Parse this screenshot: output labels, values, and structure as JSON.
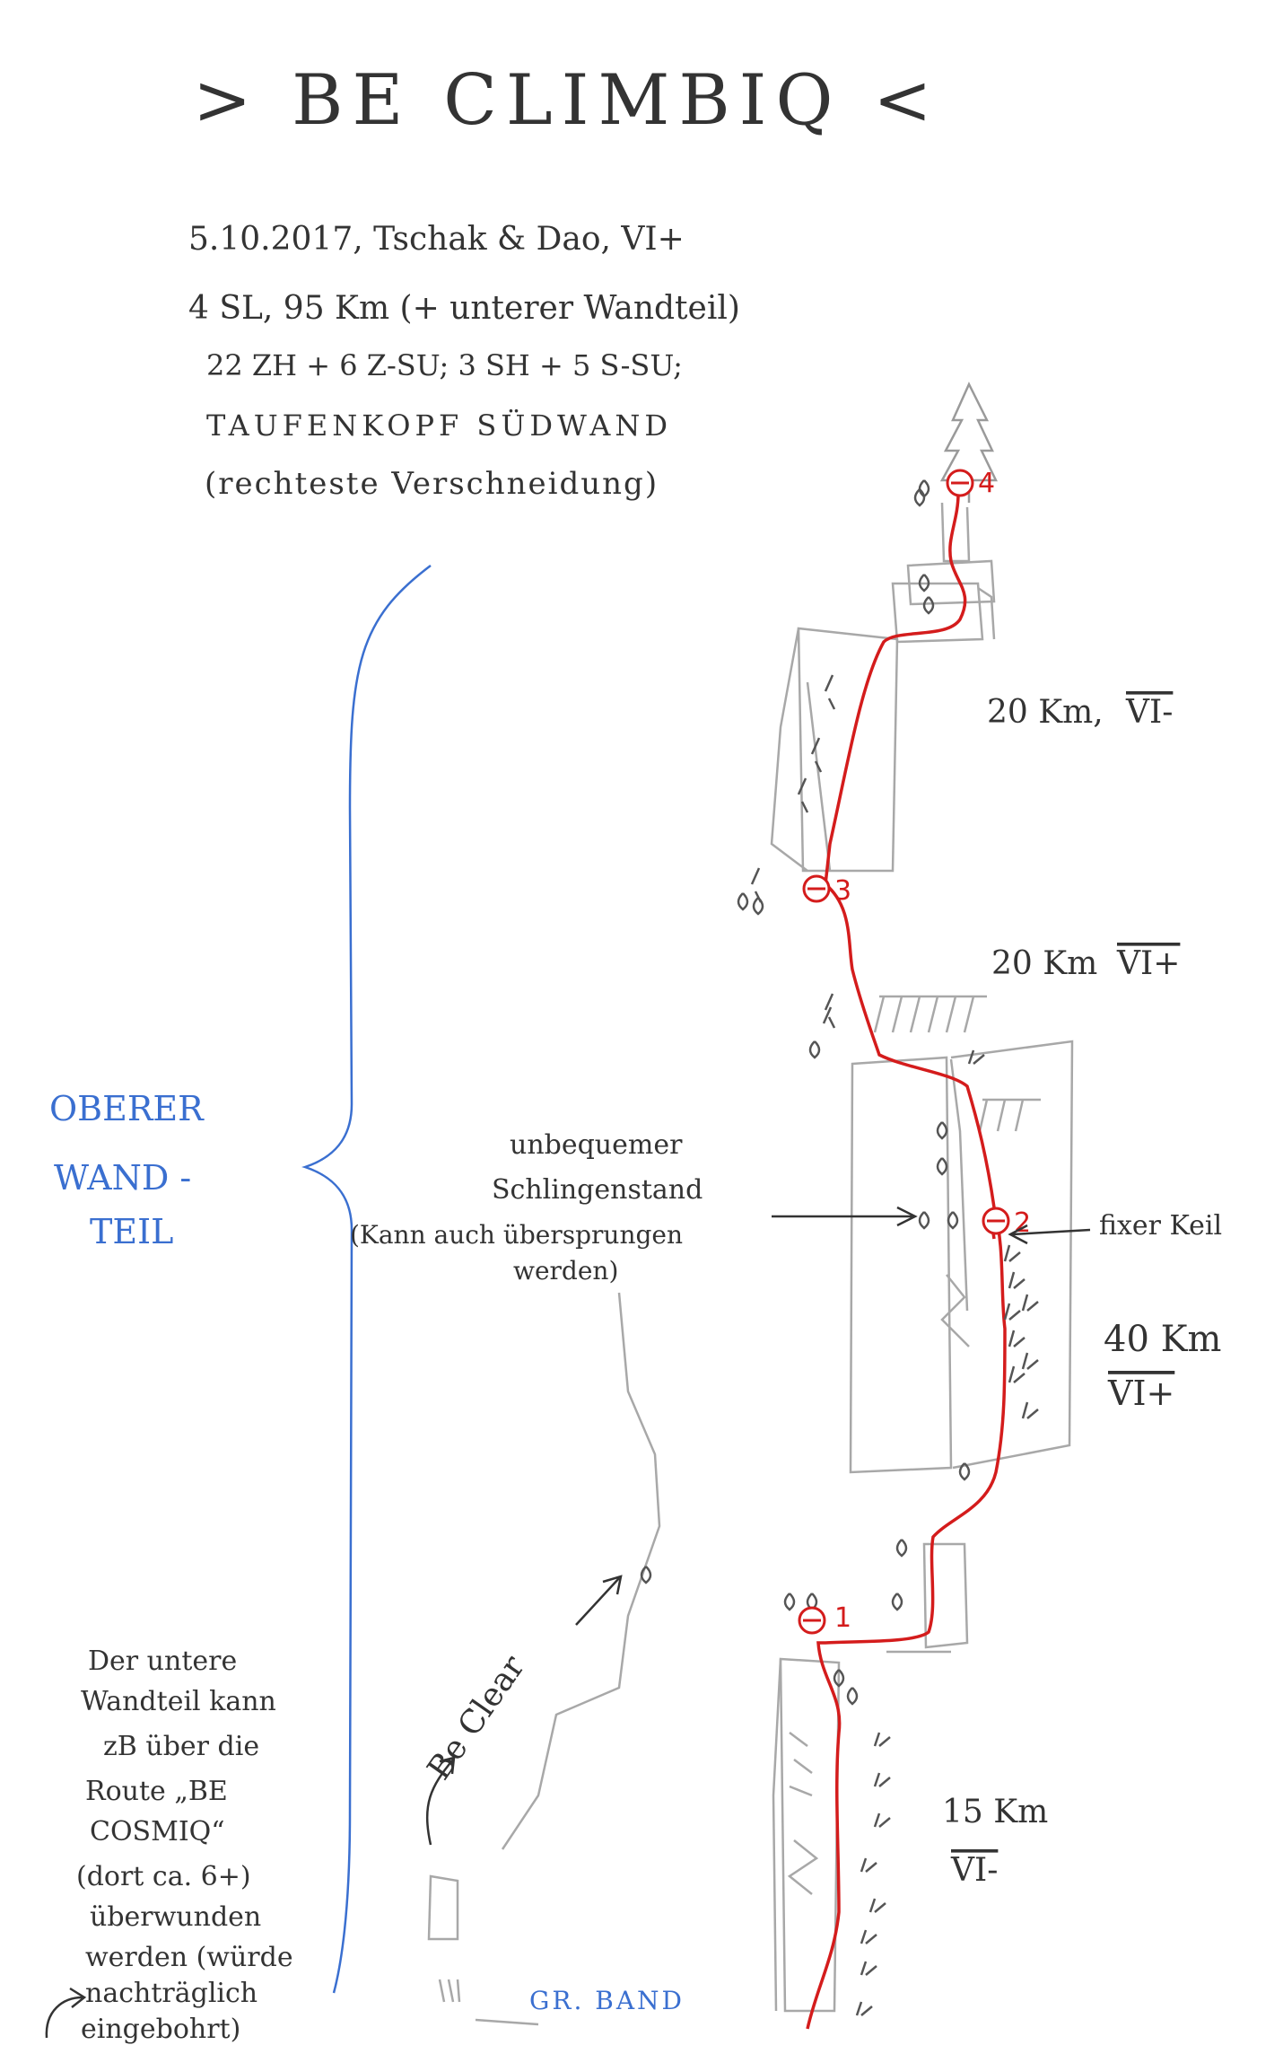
{
  "title": "> BE CLIMBIQ <",
  "info": {
    "line1": "5.10.2017, Tschak & Dao, VI+",
    "line2": "4 SL, 95 Km (+ unterer Wandteil)",
    "line3": "22 ZH + 6 Z-SU; 3 SH + 5 S-SU;",
    "line4": "TAUFENKOPF SÜDWAND",
    "line5": "(rechteste Verschneidung)"
  },
  "section_label": [
    "OBERER",
    "WAND -",
    "TEIL"
  ],
  "belays": [
    {
      "number": "1"
    },
    {
      "number": "2"
    },
    {
      "number": "3"
    },
    {
      "number": "4"
    }
  ],
  "pitches": [
    {
      "length": "20 Km,",
      "grade": "VI-"
    },
    {
      "length": "20 Km",
      "grade": "VI+"
    },
    {
      "length": "40 Km",
      "grade": "VI+"
    },
    {
      "length": "15 Km",
      "grade": "VI-"
    }
  ],
  "notes": {
    "sling_stand": [
      "unbequemer",
      "Schlingenstand",
      "(Kann auch übersprungen",
      "werden)"
    ],
    "fixer_keil": "fixer Keil",
    "be_clear": "Be Clear",
    "gr_band": "GR. BAND",
    "lower_wall": [
      "Der untere",
      "Wandteil kann",
      "zB über die",
      "Route „BE",
      "COSMIQ“",
      "(dort ca. 6+)",
      "überwunden",
      "werden (würde",
      "nachträglich",
      "eingebohrt)"
    ]
  },
  "colors": {
    "route": "#d41c1c",
    "annotation_blue": "#3a6fd0",
    "pencil": "#9a9a9a",
    "ink": "#333333"
  }
}
